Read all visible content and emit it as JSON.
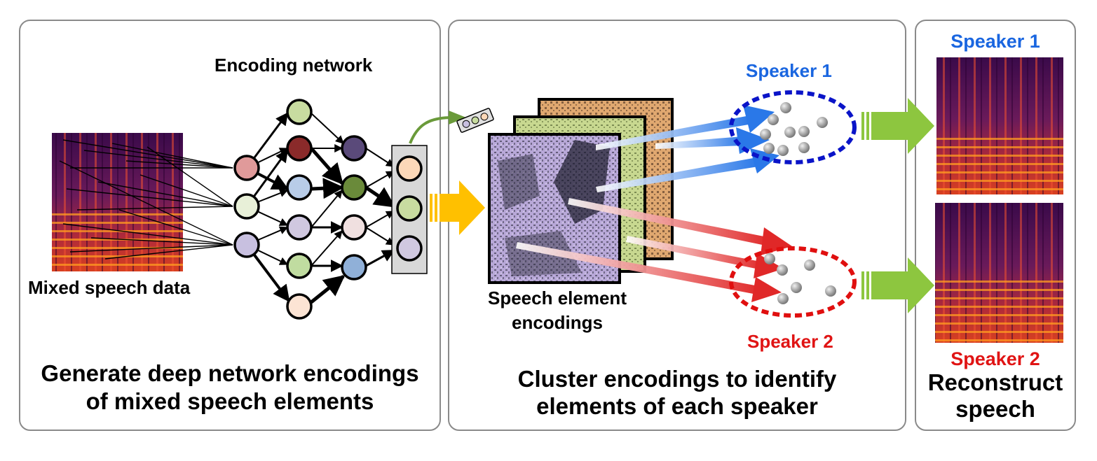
{
  "panels": {
    "left": {
      "network_label": "Encoding network",
      "input_label": "Mixed speech data",
      "caption_line1": "Generate deep network encodings",
      "caption_line2": "of mixed speech elements"
    },
    "middle": {
      "encodings_label_line1": "Speech element",
      "encodings_label_line2": "encodings",
      "speaker1_label": "Speaker 1",
      "speaker2_label": "Speaker 2",
      "caption_line1": "Cluster encodings to identify",
      "caption_line2": "elements of each speaker"
    },
    "right": {
      "speaker1_label": "Speaker 1",
      "speaker2_label": "Speaker 2",
      "caption_line1": "Reconstruct",
      "caption_line2": "speech"
    }
  },
  "colors": {
    "speaker1": "#1a66e0",
    "speaker2": "#e01414",
    "cluster1_border": "#0a14c8",
    "cluster2_border": "#e00f0f",
    "flow_arrow_yellow": "#ffc000",
    "flow_arrow_green": "#8dc63f",
    "panel_border": "#8a8a8a"
  }
}
